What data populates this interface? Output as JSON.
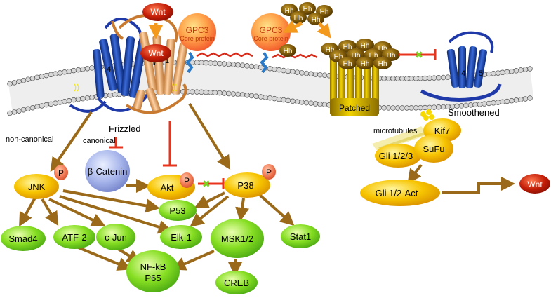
{
  "ligands": {
    "wnt_top": "Wnt",
    "wnt_bound": "Wnt",
    "wnt_target": "Wnt",
    "hh": "Hh"
  },
  "gpc3": {
    "title": "GPC3",
    "subtitle": "Core protein"
  },
  "receptors": {
    "frizzled": "Frizzled",
    "patched": "Patched",
    "smoothened": "Smoothened"
  },
  "labels": {
    "non_canonical": "non-canonical",
    "canonical": "canonical",
    "microtubules": "microtubules"
  },
  "nodes": {
    "beta_catenin": "β-Catenin",
    "jnk": "JNK",
    "akt": "Akt",
    "p38": "P38",
    "p53": "P53",
    "smad4": "Smad4",
    "atf2": "ATF-2",
    "cjun": "c-Jun",
    "elk1": "Elk-1",
    "msk12": "MSK1/2",
    "stat1": "Stat1",
    "nfkb_line1": "NF-kB",
    "nfkb_line2": "P65",
    "creb": "CREB",
    "kif7": "Kif7",
    "gli123": "Gli 1/2/3",
    "sufu": "SuFu",
    "gli_act": "Gli 1/2-Act"
  },
  "phospho_label": "P",
  "colors": {
    "arrow": "#9a6a1a",
    "inhibit": "#e8341c",
    "receptor_blue": "#1f4fb8",
    "receptor_tan": "#f2b27d",
    "membrane_head": "#c8c8c8",
    "node_yellow": "#f7c400",
    "node_green": "#7fdc1e",
    "hh_brown": "#6b4a05",
    "wnt_red": "#b81a06"
  }
}
